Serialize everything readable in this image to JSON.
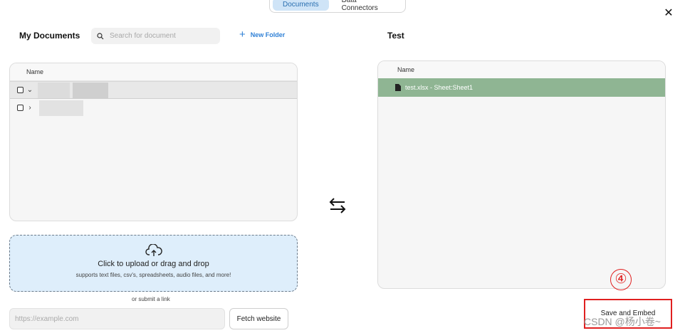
{
  "tabs": [
    {
      "label": "Documents",
      "active": true
    },
    {
      "label": "Data Connectors",
      "active": false
    }
  ],
  "my_documents": {
    "title": "My Documents",
    "search_placeholder": "Search for document",
    "new_folder_label": "New Folder",
    "column_header": "Name",
    "rows": [
      {
        "expanded": true,
        "selected": true
      },
      {
        "expanded": false,
        "selected": false
      }
    ]
  },
  "upload": {
    "title": "Click to upload or drag and drop",
    "subtitle": "supports text files, csv's, spreadsheets, audio files, and more!",
    "or_link_label": "or submit a link",
    "url_placeholder": "https://example.com",
    "fetch_label": "Fetch website"
  },
  "workspace": {
    "title": "Test",
    "column_header": "Name",
    "files": [
      {
        "label": "test.xlsx - Sheet:Sheet1"
      }
    ]
  },
  "save_label": "Save and Embed",
  "annotation": {
    "step": "④",
    "watermark": "CSDN @杨小卷~"
  },
  "icons": {
    "close": "close-icon",
    "search": "search-icon",
    "swap": "swap-arrows-icon",
    "upload": "cloud-upload-icon",
    "file": "file-icon"
  },
  "colors": {
    "accent": "#2f80d6",
    "active_tab_bg": "#cfe4f7",
    "selected_file_bg": "#8fb593",
    "upload_bg": "#deeefb",
    "highlight": "#e02020"
  }
}
